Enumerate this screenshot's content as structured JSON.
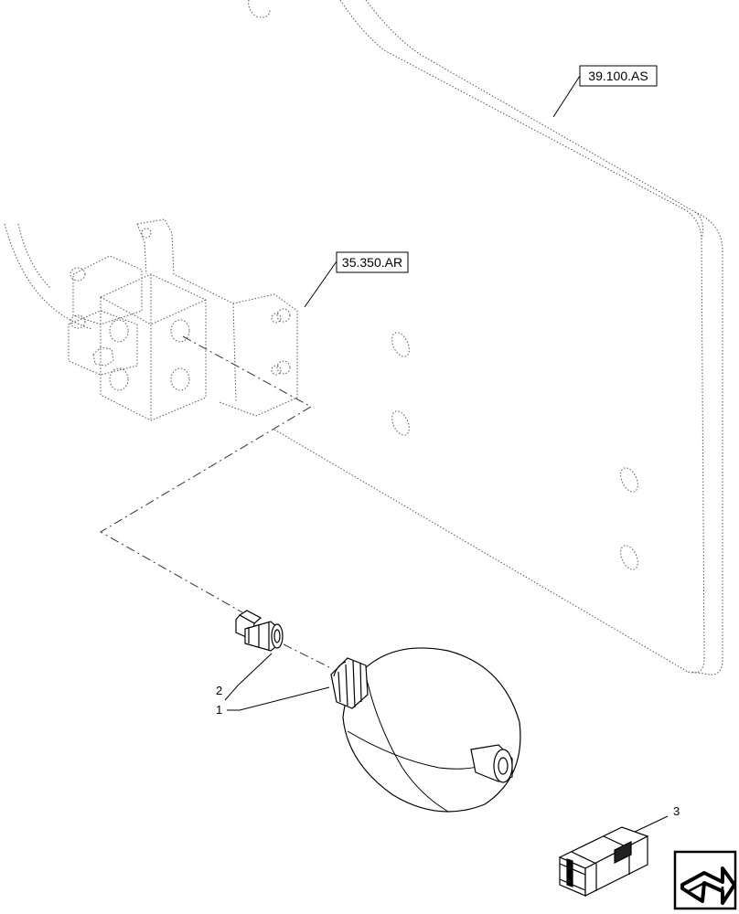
{
  "references": {
    "plate_ref": "39.100.AS",
    "valve_ref": "35.350.AR"
  },
  "callouts": {
    "accumulator": "1",
    "adapter_fitting": "2",
    "kit_box": "3"
  },
  "icons": {
    "kit_box": "kit-box-icon",
    "navigation": "return-arrow-icon"
  }
}
